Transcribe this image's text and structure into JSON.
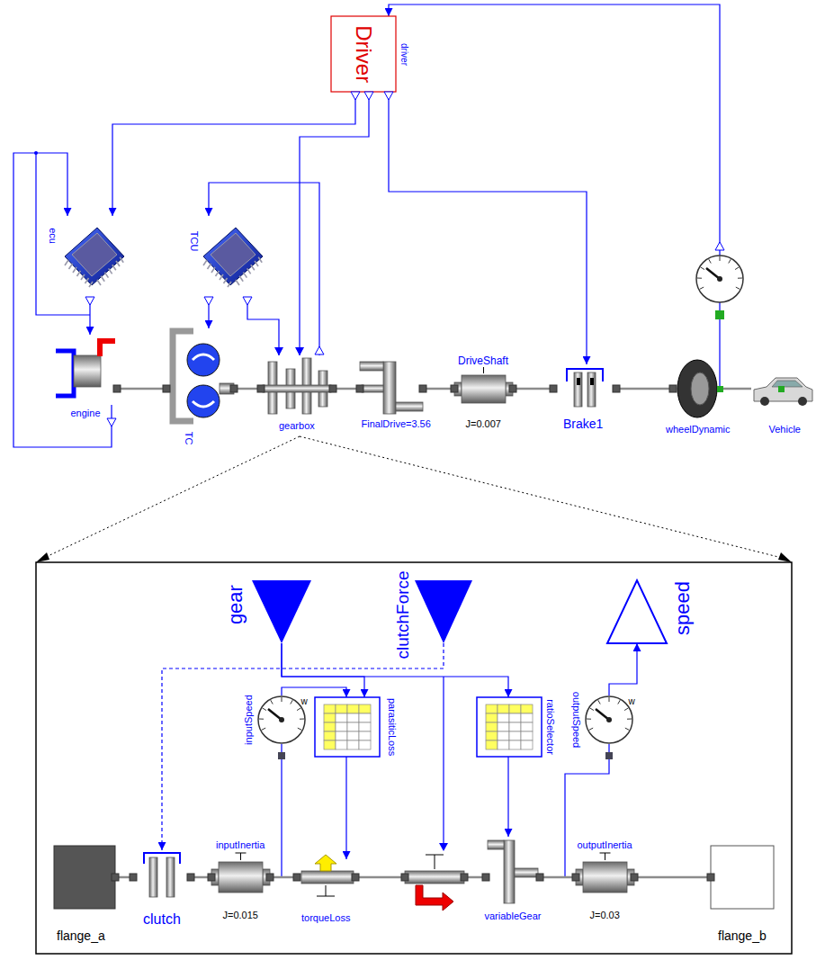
{
  "diagram": {
    "nodes": [
      {
        "text": [
          "Driver",
          "driver"
        ]
      },
      {
        "text": [
          "ecu"
        ]
      },
      {
        "text": [
          "TCU"
        ]
      },
      {
        "text": [
          "engine"
        ]
      },
      {
        "text": [
          "TC"
        ]
      },
      {
        "text": [
          "gearbox"
        ]
      },
      {
        "text": [
          "FinalDrive=3.56"
        ]
      },
      {
        "text": [
          "DriveShaft",
          "J=0.007"
        ]
      },
      {
        "text": [
          "Brake1"
        ]
      },
      {
        "text": [
          "wheelDynamic"
        ]
      },
      {
        "text": [
          "Vehicle"
        ]
      },
      {
        "text": [
          "gear"
        ]
      },
      {
        "text": [
          "clutchForce"
        ]
      },
      {
        "text": [
          "speed"
        ]
      },
      {
        "text": [
          "inputSpeed",
          "w"
        ]
      },
      {
        "text": [
          "parasiticLoss"
        ]
      },
      {
        "text": [
          "ratioSelector"
        ]
      },
      {
        "text": [
          "outputSpeed",
          "w"
        ]
      },
      {
        "text": [
          "flange_a"
        ]
      },
      {
        "text": [
          "clutch"
        ]
      },
      {
        "text": [
          "inputInertia",
          "J=0.015"
        ]
      },
      {
        "text": [
          "torqueLoss"
        ]
      },
      {
        "text": [
          "variableGear"
        ]
      },
      {
        "text": [
          "outputInertia",
          "J=0.03"
        ]
      },
      {
        "text": [
          "flange_b"
        ]
      }
    ],
    "edges": [
      {
        "from": 0,
        "to": 1,
        "arrow": "to"
      },
      {
        "from": 0,
        "to": 5,
        "arrow": "to"
      },
      {
        "from": 0,
        "to": 8,
        "arrow": "to"
      },
      {
        "from": 10,
        "to": 0,
        "arrow": "to"
      },
      {
        "from": 1,
        "to": 3,
        "arrow": "to"
      },
      {
        "from": 3,
        "to": 1,
        "arrow": "to"
      },
      {
        "from": 2,
        "to": 4,
        "arrow": "to"
      },
      {
        "from": 2,
        "to": 5,
        "arrow": "to"
      },
      {
        "from": 5,
        "to": 2,
        "arrow": "to"
      },
      {
        "from": 3,
        "to": 4,
        "arrow": "none"
      },
      {
        "from": 4,
        "to": 5,
        "arrow": "none"
      },
      {
        "from": 5,
        "to": 6,
        "arrow": "none"
      },
      {
        "from": 6,
        "to": 7,
        "arrow": "none"
      },
      {
        "from": 7,
        "to": 8,
        "arrow": "none"
      },
      {
        "from": 8,
        "to": 9,
        "arrow": "none"
      },
      {
        "from": 9,
        "to": 10,
        "arrow": "none"
      },
      {
        "from": 12,
        "to": 19,
        "arrow": "to"
      },
      {
        "from": 11,
        "to": 15,
        "arrow": "to"
      },
      {
        "from": 11,
        "to": 16,
        "arrow": "to"
      },
      {
        "from": 14,
        "to": 15,
        "arrow": "to"
      },
      {
        "from": 14,
        "to": 20,
        "arrow": "none"
      },
      {
        "from": 15,
        "to": 21,
        "arrow": "to"
      },
      {
        "from": 16,
        "to": 22,
        "arrow": "to"
      },
      {
        "from": 17,
        "to": 13,
        "arrow": "to"
      },
      {
        "from": 17,
        "to": 23,
        "arrow": "none"
      },
      {
        "from": 18,
        "to": 19,
        "arrow": "none"
      },
      {
        "from": 19,
        "to": 20,
        "arrow": "none"
      },
      {
        "from": 20,
        "to": 21,
        "arrow": "none"
      },
      {
        "from": 21,
        "to": 22,
        "arrow": "none"
      },
      {
        "from": 22,
        "to": 23,
        "arrow": "none"
      },
      {
        "from": 23,
        "to": 24,
        "arrow": "none"
      }
    ]
  }
}
